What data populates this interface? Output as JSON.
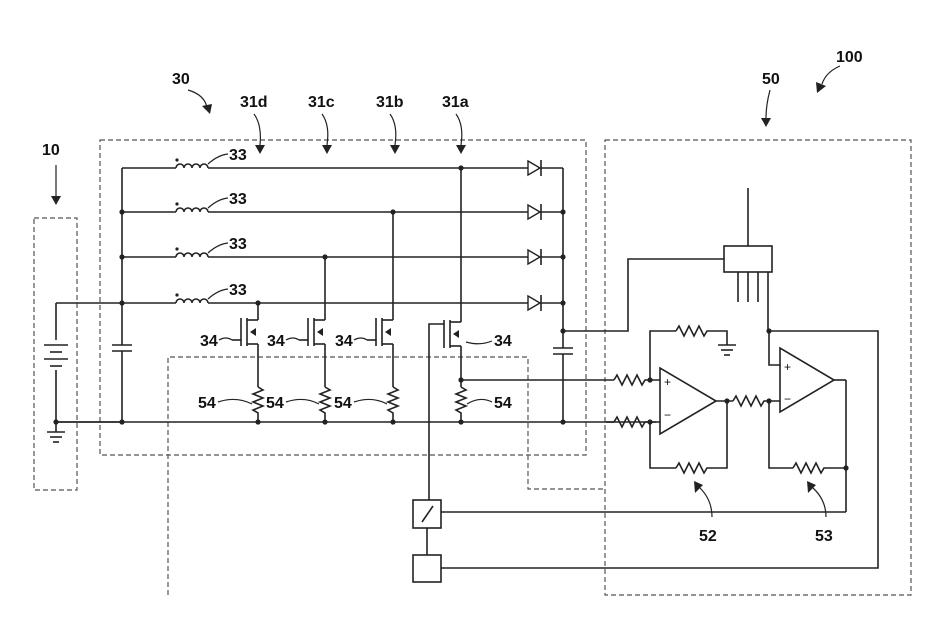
{
  "labels": {
    "battery": "10",
    "converter": "30",
    "phase_d": "31d",
    "phase_c": "31c",
    "phase_b": "31b",
    "phase_a": "31a",
    "inductor": "33",
    "switch": "34",
    "controller": "50",
    "system": "100",
    "amplifier_1": "52",
    "amplifier_2": "53",
    "shunt": "54",
    "plus": "+",
    "minus": "−"
  }
}
